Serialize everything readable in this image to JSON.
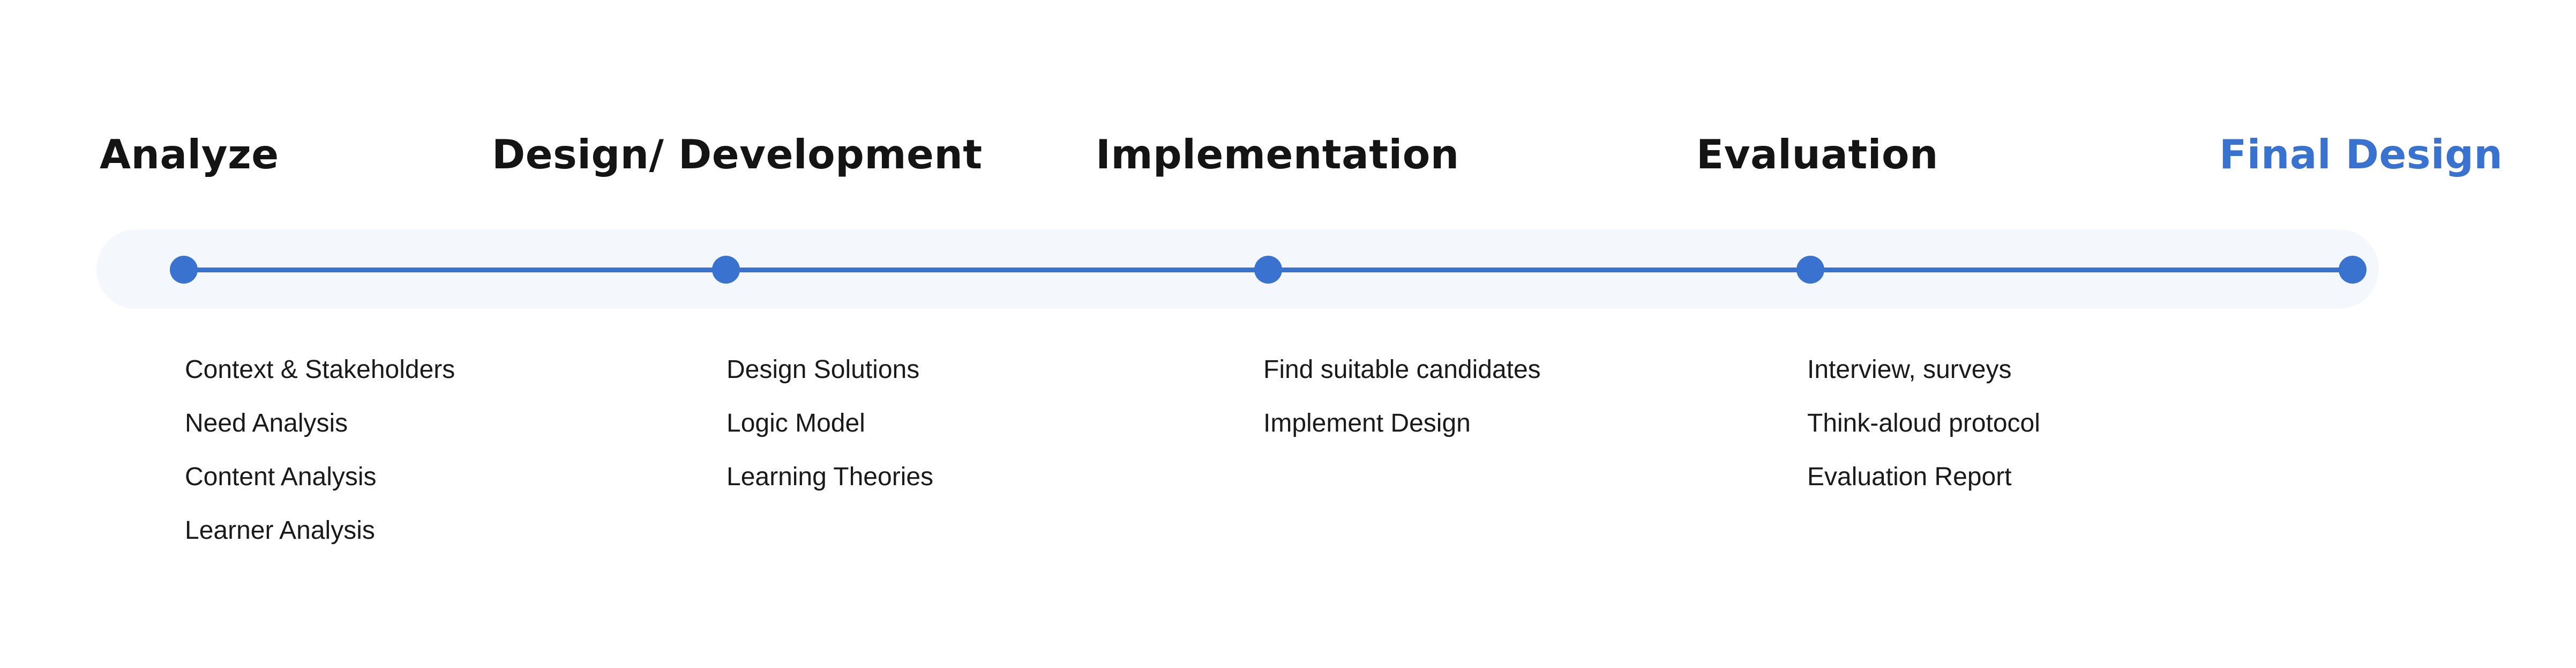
{
  "phases": [
    {
      "title": "Analyze",
      "items": [
        "Context & Stakeholders",
        "Need Analysis",
        "Content Analysis",
        "Learner Analysis"
      ]
    },
    {
      "title": "Design/ Development",
      "items": [
        "Design Solutions",
        "Logic Model",
        "Learning Theories"
      ]
    },
    {
      "title": "Implementation",
      "items": [
        "Find suitable candidates",
        "Implement Design"
      ]
    },
    {
      "title": "Evaluation",
      "items": [
        "Interview, surveys",
        "Think-aloud protocol",
        "Evaluation Report"
      ]
    },
    {
      "title": "Final Design",
      "items": []
    }
  ],
  "colors": {
    "accent": "#3a72cf",
    "track_background": "#f4f7fc",
    "heading": "#141414",
    "body_text": "#1a1a1a"
  }
}
